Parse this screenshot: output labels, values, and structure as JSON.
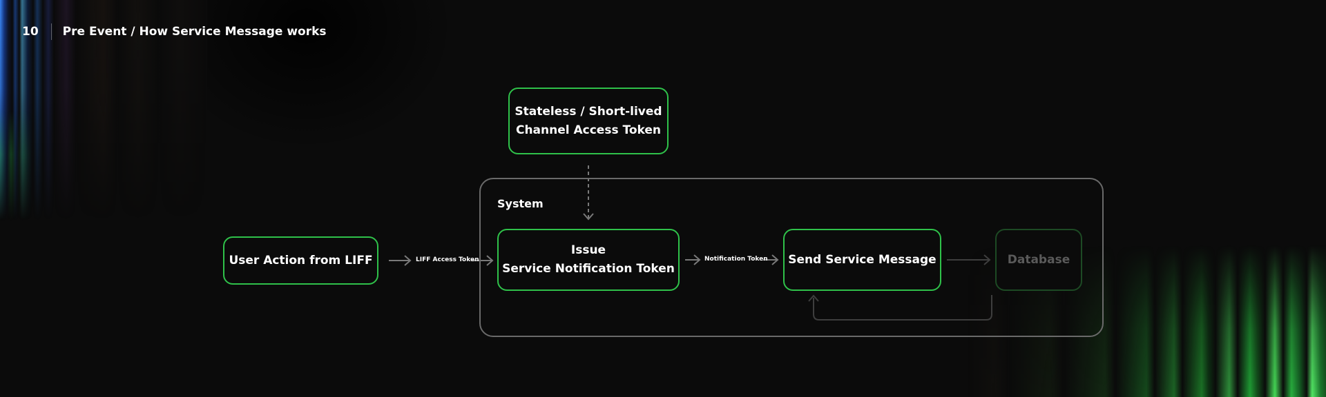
{
  "header": {
    "page_number": "10",
    "title": "Pre Event / How Service Message works"
  },
  "diagram": {
    "token_node": {
      "line1": "Stateless / Short-lived",
      "line2": "Channel Access Token"
    },
    "system_label": "System",
    "user_node": "User Action from LIFF",
    "issue_node": {
      "line1": "Issue",
      "line2": "Service Notification Token"
    },
    "send_node": "Send Service Message",
    "database_node": "Database",
    "edge_liff": "LIFF Access Token",
    "edge_notification": "Notification Token"
  },
  "colors": {
    "background": "#0b0b0b",
    "accent_green": "#2fc24a",
    "system_border": "#6a6a6a",
    "arrow_gray": "#7a7a7a",
    "database_dim": "#1d4a24"
  }
}
